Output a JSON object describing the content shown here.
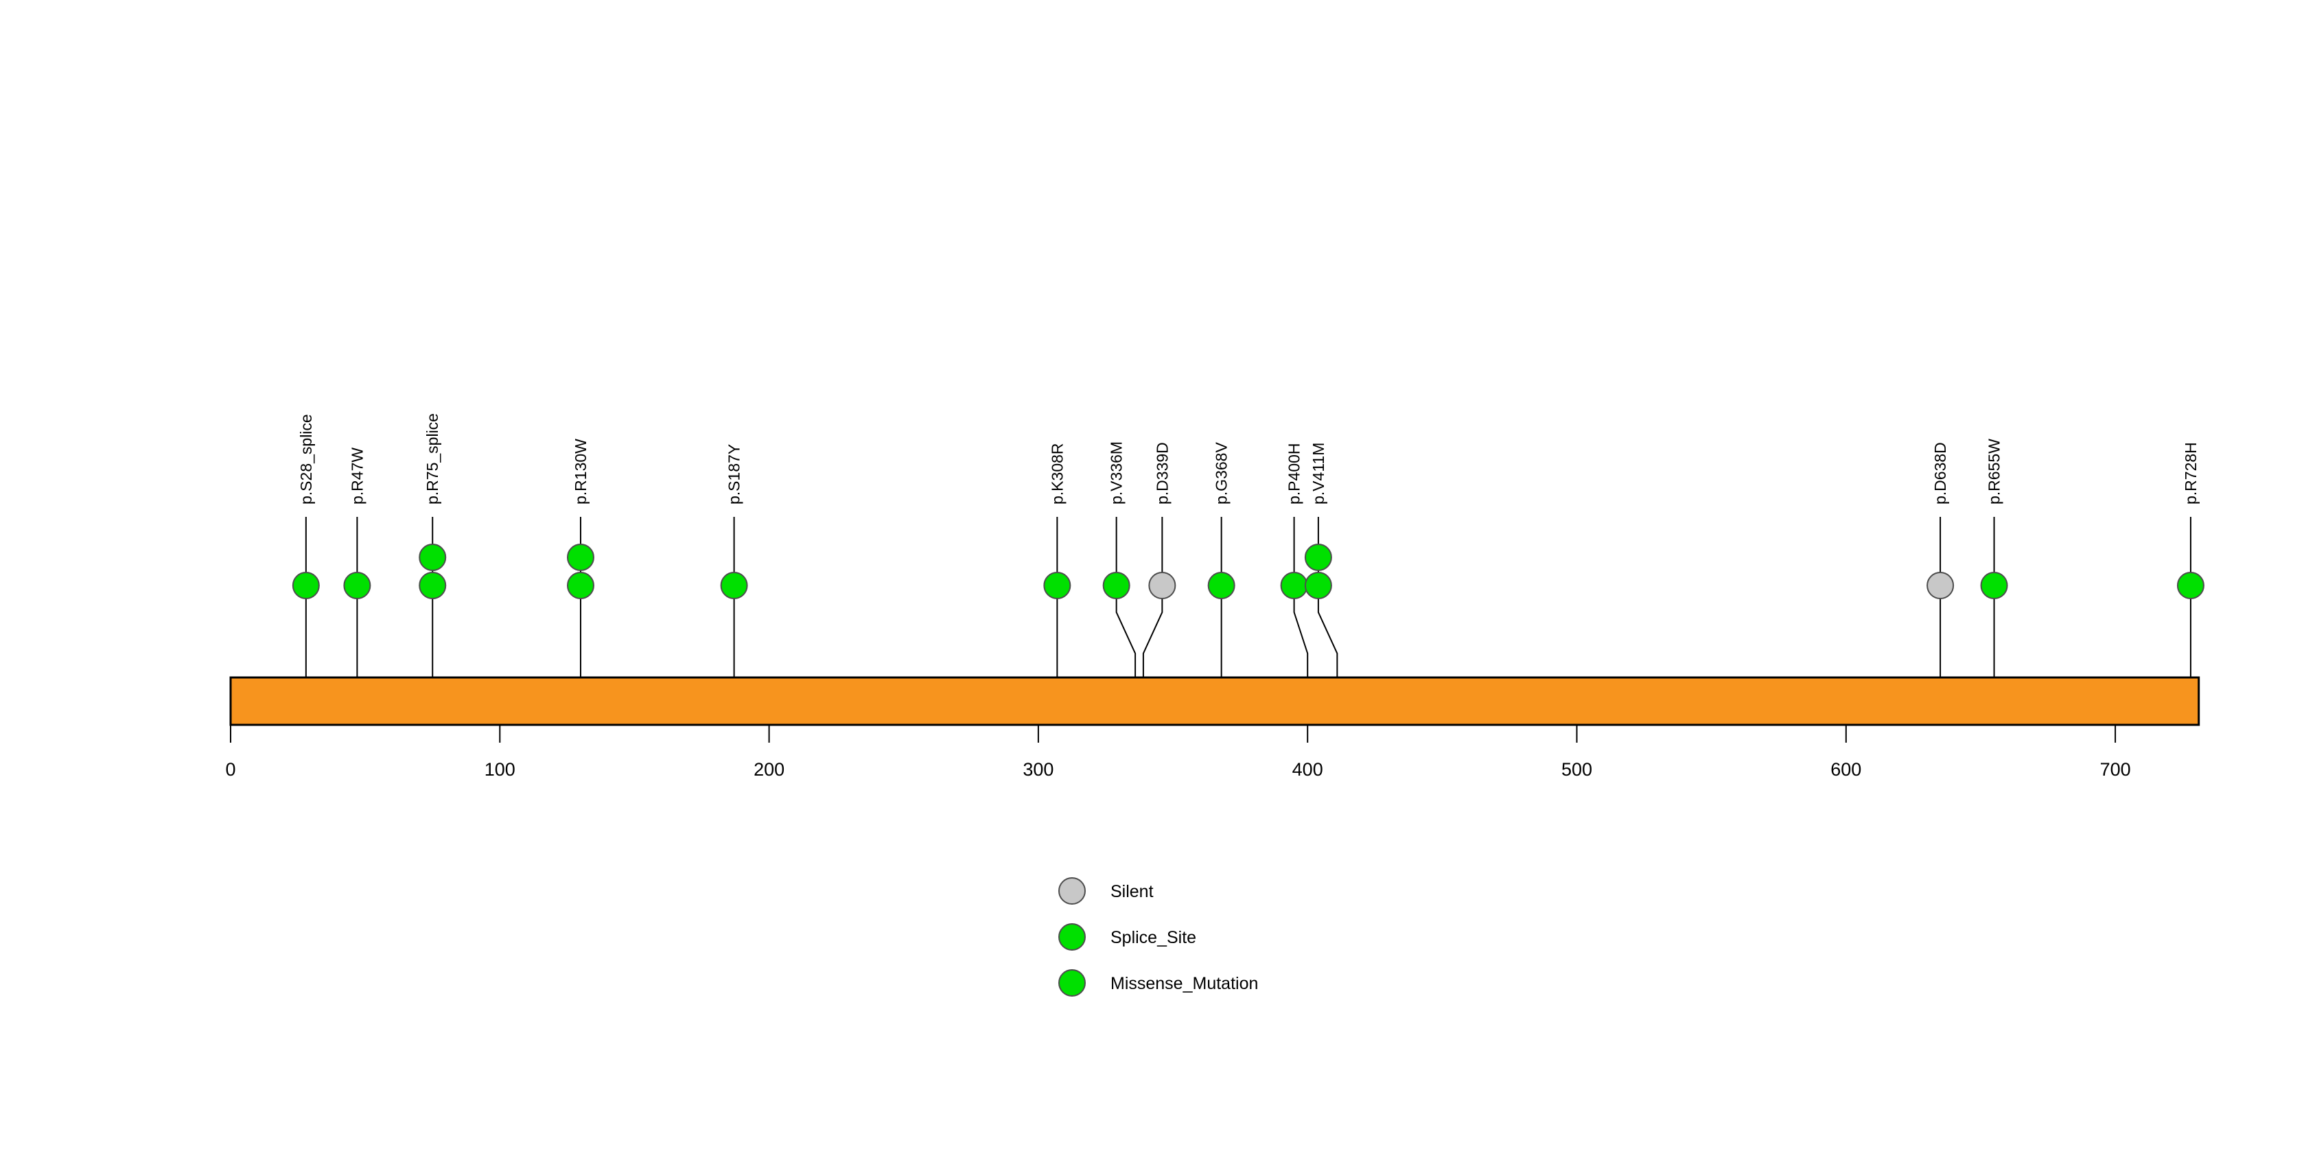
{
  "chart_data": {
    "type": "lollipop",
    "title": "",
    "subtitle": "",
    "xlabel": "",
    "ylabel": "",
    "xlim": [
      0,
      731
    ],
    "grid": false,
    "protein_length": 731,
    "domain_track": {
      "name": "protein-backbone",
      "start": 0,
      "end": 731,
      "color": "#F7941E",
      "border_color": "#000000"
    },
    "axis": {
      "ticks": [
        0,
        100,
        200,
        300,
        400,
        500,
        600,
        700
      ],
      "tick_labels": [
        "0",
        "100",
        "200",
        "300",
        "400",
        "500",
        "600",
        "700"
      ]
    },
    "mutations": [
      {
        "label": "p.S28_splice",
        "position": 28,
        "count": 1,
        "type": "Splice_Site",
        "color": "#00E000",
        "bend": 0
      },
      {
        "label": "p.R47W",
        "position": 47,
        "count": 1,
        "type": "Missense_Mutation",
        "color": "#00E000",
        "bend": 0
      },
      {
        "label": "p.R75_splice",
        "position": 75,
        "count": 2,
        "type": "Splice_Site",
        "color": "#00E000",
        "bend": 0
      },
      {
        "label": "p.R130W",
        "position": 130,
        "count": 2,
        "type": "Missense_Mutation",
        "color": "#00E000",
        "bend": 0
      },
      {
        "label": "p.S187Y",
        "position": 187,
        "count": 1,
        "type": "Missense_Mutation",
        "color": "#00E000",
        "bend": 0
      },
      {
        "label": "p.K308R",
        "position": 307,
        "count": 1,
        "type": "Missense_Mutation",
        "color": "#00E000",
        "bend": 0
      },
      {
        "label": "p.V336M",
        "position": 329,
        "count": 1,
        "type": "Missense_Mutation",
        "color": "#00E000",
        "bend": 336
      },
      {
        "label": "p.D339D",
        "position": 346,
        "count": 1,
        "type": "Silent",
        "color": "#C8C8C8",
        "bend": 339
      },
      {
        "label": "p.G368V",
        "position": 368,
        "count": 1,
        "type": "Missense_Mutation",
        "color": "#00E000",
        "bend": 0
      },
      {
        "label": "p.P400H",
        "position": 395,
        "count": 1,
        "type": "Missense_Mutation",
        "color": "#00E000",
        "bend": 400
      },
      {
        "label": "p.V411M",
        "position": 404,
        "count": 2,
        "type": "Missense_Mutation",
        "color": "#00E000",
        "bend": 411
      },
      {
        "label": "p.D638D",
        "position": 635,
        "count": 1,
        "type": "Silent",
        "color": "#C8C8C8",
        "bend": 0
      },
      {
        "label": "p.R655W",
        "position": 655,
        "count": 1,
        "type": "Missense_Mutation",
        "color": "#00E000",
        "bend": 0
      },
      {
        "label": "p.R728H",
        "position": 728,
        "count": 1,
        "type": "Missense_Mutation",
        "color": "#00E000",
        "bend": 0
      }
    ],
    "legend": {
      "position": "bottom-center",
      "entries": [
        {
          "label": "Silent",
          "color": "#C8C8C8"
        },
        {
          "label": "Splice_Site",
          "color": "#00E000"
        },
        {
          "label": "Missense_Mutation",
          "color": "#00E000"
        }
      ]
    }
  },
  "colors": {
    "backbone": "#F7941E",
    "green": "#00E000",
    "gray": "#C8C8C8",
    "stroke": "#000000"
  }
}
